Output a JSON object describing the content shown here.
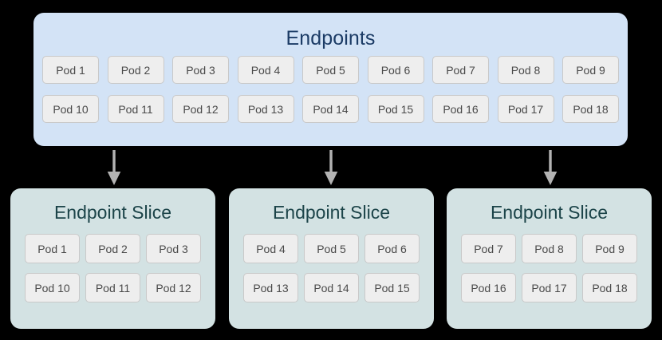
{
  "diagram": {
    "type": "kubernetes-endpointslice-split",
    "colors": {
      "background": "#000000",
      "endpoints_fill": "#d3e3f6",
      "endpoints_title": "#1c3c66",
      "slice_fill": "#d3e2e3",
      "slice_title": "#1c4449",
      "pod_fill": "#eeeeee",
      "pod_border": "#c9c9c9",
      "pod_text": "#4a4a4a",
      "arrow": "#b3b3b3"
    },
    "endpoints": {
      "title": "Endpoints",
      "rows": [
        [
          "Pod 1",
          "Pod 2",
          "Pod 3",
          "Pod 4",
          "Pod 5",
          "Pod 6",
          "Pod 7",
          "Pod 8",
          "Pod 9"
        ],
        [
          "Pod 10",
          "Pod 11",
          "Pod 12",
          "Pod 13",
          "Pod 14",
          "Pod 15",
          "Pod 16",
          "Pod 17",
          "Pod 18"
        ]
      ]
    },
    "arrows": [
      {
        "name": "arrow-to-slice-1"
      },
      {
        "name": "arrow-to-slice-2"
      },
      {
        "name": "arrow-to-slice-3"
      }
    ],
    "slices": [
      {
        "title": "Endpoint Slice",
        "rows": [
          [
            "Pod 1",
            "Pod 2",
            "Pod 3"
          ],
          [
            "Pod 10",
            "Pod 11",
            "Pod 12"
          ]
        ]
      },
      {
        "title": "Endpoint Slice",
        "rows": [
          [
            "Pod 4",
            "Pod 5",
            "Pod 6"
          ],
          [
            "Pod 13",
            "Pod 14",
            "Pod 15"
          ]
        ]
      },
      {
        "title": "Endpoint Slice",
        "rows": [
          [
            "Pod 7",
            "Pod 8",
            "Pod 9"
          ],
          [
            "Pod 16",
            "Pod 17",
            "Pod 18"
          ]
        ]
      }
    ]
  }
}
